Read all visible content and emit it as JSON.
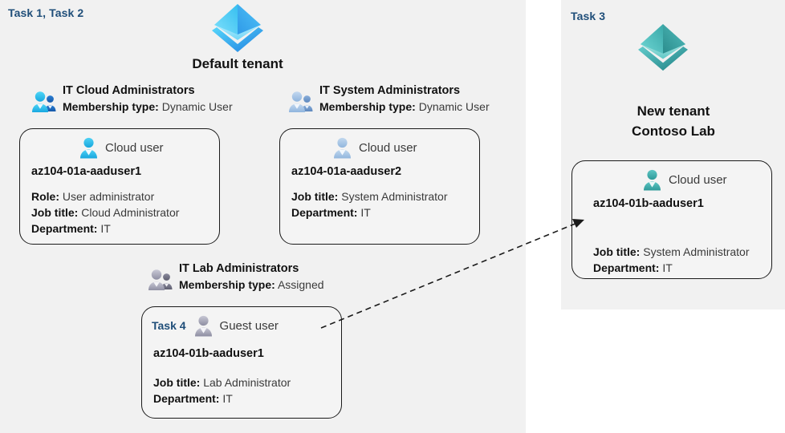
{
  "panels": {
    "left": {
      "task_label": "Task 1, Task 2"
    },
    "right": {
      "task_label": "Task 3"
    }
  },
  "tenants": [
    {
      "icon": "azure-ad-tenant-icon",
      "name": "Default tenant",
      "color": "#33c3f0"
    },
    {
      "icon": "azure-ad-tenant-icon",
      "name_line1": "New  tenant",
      "name_line2": "Contoso Lab",
      "color": "#4cbdbd"
    }
  ],
  "groups": [
    {
      "icon": "group-users-icon",
      "title": "IT Cloud Administrators",
      "meta_label": "Membership type:",
      "meta_value": "Dynamic User"
    },
    {
      "icon": "group-users-icon",
      "title": "IT System Administrators",
      "meta_label": "Membership type:",
      "meta_value": "Dynamic User"
    },
    {
      "icon": "group-users-icon",
      "title": "IT Lab Administrators",
      "meta_label": "Membership type:",
      "meta_value": "Assigned"
    }
  ],
  "cards": [
    {
      "kind": "Cloud user",
      "icon": "cloud-user-icon",
      "name": "az104-01a-aaduser1",
      "props": [
        {
          "label": "Role:",
          "value": "User administrator"
        },
        {
          "label": "Job title:",
          "value": "Cloud Administrator"
        },
        {
          "label": "Department:",
          "value": "IT"
        }
      ]
    },
    {
      "kind": "Cloud user",
      "icon": "cloud-user-icon",
      "name": "az104-01a-aaduser2",
      "props": [
        {
          "label": "Job title:",
          "value": "System Administrator"
        },
        {
          "label": "Department:",
          "value": "IT"
        }
      ]
    },
    {
      "task_inline": "Task 4",
      "kind": "Guest user",
      "icon": "guest-user-icon",
      "name": "az104-01b-aaduser1",
      "props": [
        {
          "label": "Job title:",
          "value": "Lab Administrator"
        },
        {
          "label": "Department:",
          "value": "IT"
        }
      ]
    },
    {
      "kind": "Cloud user",
      "icon": "cloud-user-icon",
      "name": "az104-01b-aaduser1",
      "props": [
        {
          "label": "Job title:",
          "value": "System Administrator"
        },
        {
          "label": "Department:",
          "value": "IT"
        }
      ]
    }
  ],
  "connector": {
    "name": "guest-user-migration-arrow",
    "style": "dashed",
    "color": "#1a1a1a"
  },
  "colors": {
    "panel_background": "#f1f1f1",
    "card_background": "#f4f4f4",
    "card_border": "#1a1a1a",
    "task_label": "#1f4e79",
    "default_tenant_accent": "#33c3f0",
    "new_tenant_accent": "#4cbdbd",
    "cloud_user_accent": "#2fb8e8",
    "muted_user_accent": "#9fbcdc",
    "guest_user_accent": "#9b9bab",
    "teal_user_accent": "#3aa9a9"
  }
}
